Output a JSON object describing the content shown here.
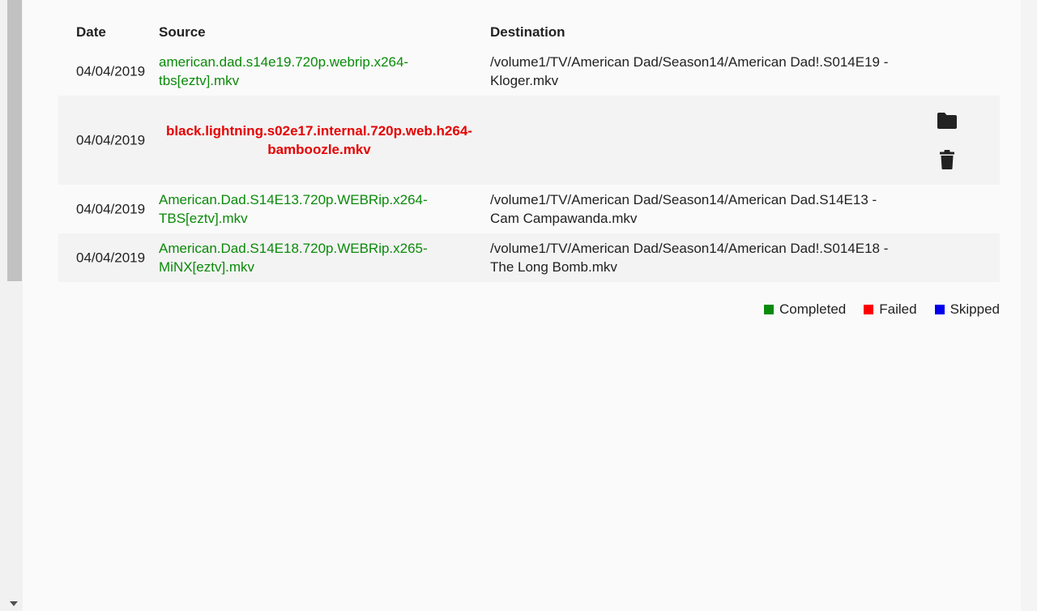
{
  "table": {
    "headers": {
      "date": "Date",
      "source": "Source",
      "destination": "Destination"
    },
    "rows": [
      {
        "date": "04/04/2019",
        "source_line1": "american.dad.s14e19.720p.webrip.x264-",
        "source_line2": "tbs[eztv].mkv",
        "destination_line1": "/volume1/TV/American Dad/Season14/American Dad!.S014E19 -",
        "destination_line2": "Kloger.mkv",
        "status": "completed"
      },
      {
        "date": "04/04/2019",
        "source_line1": "black.lightning.s02e17.internal.720p.web.h264-",
        "source_line2": "bamboozle.mkv",
        "status": "failed",
        "actions": [
          "folder-icon",
          "trash-icon"
        ]
      },
      {
        "date": "04/04/2019",
        "source_line1": "American.Dad.S14E13.720p.WEBRip.x264-",
        "source_line2": "TBS[eztv].mkv",
        "destination_line1": "/volume1/TV/American Dad/Season14/American Dad.S14E13 -",
        "destination_line2": "Cam Campawanda.mkv",
        "status": "completed"
      },
      {
        "date": "04/04/2019",
        "source_line1": "American.Dad.S14E18.720p.WEBRip.x265-",
        "source_line2": "MiNX[eztv].mkv",
        "destination_line1": "/volume1/TV/American Dad/Season14/American Dad!.S014E18 -",
        "destination_line2": "The Long Bomb.mkv",
        "status": "completed"
      }
    ]
  },
  "legend": {
    "completed": {
      "label": "Completed",
      "color": "#0a8a0a"
    },
    "failed": {
      "label": "Failed",
      "color": "#ff0000"
    },
    "skipped": {
      "label": "Skipped",
      "color": "#0000ee"
    }
  },
  "colors": {
    "completed_text": "#0a8a0a",
    "failed_text": "#e60000"
  }
}
